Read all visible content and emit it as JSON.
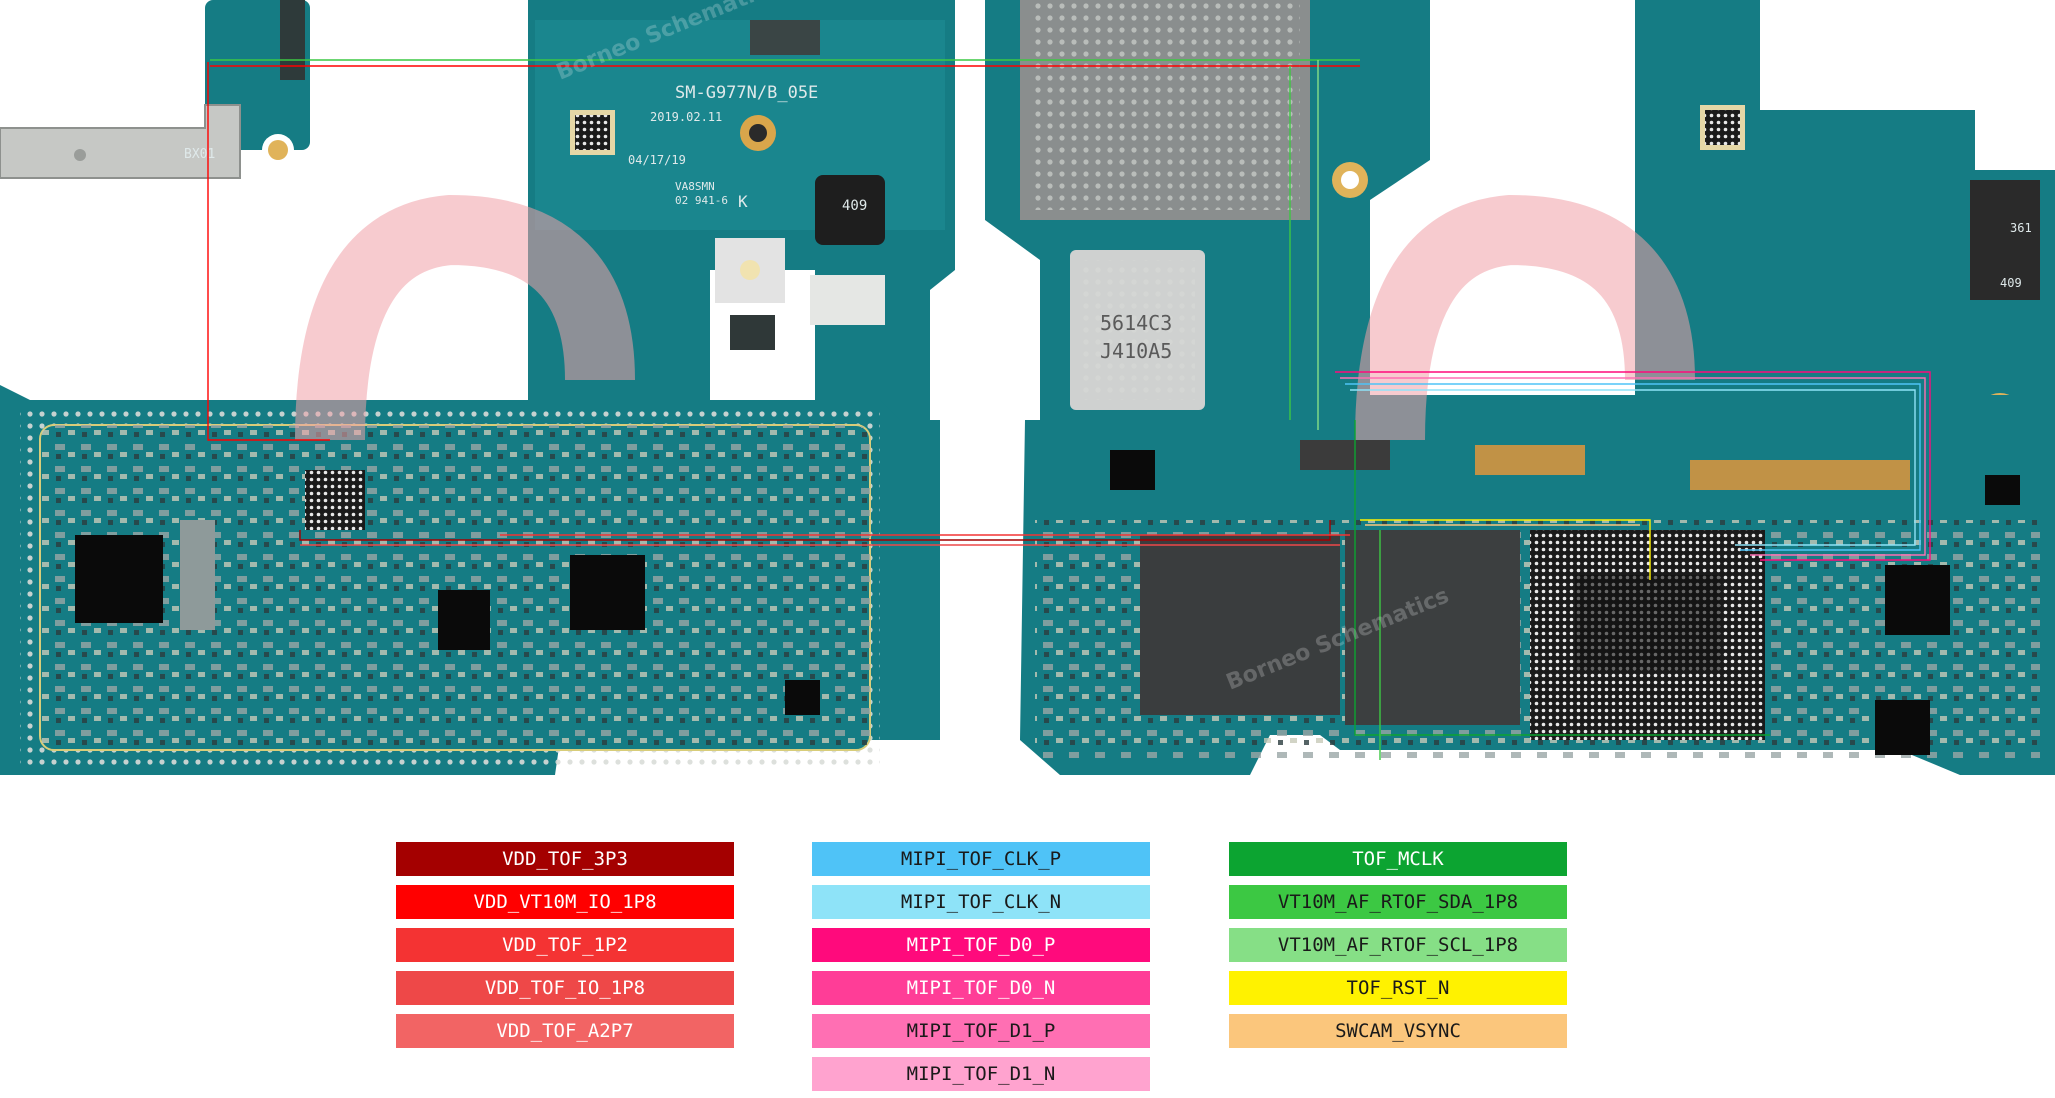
{
  "board": {
    "model_label": "SM-G977N/B_05E",
    "date_label": "2019.02.11",
    "date_code": "04/17/19",
    "vendor_code": "VA8SMN",
    "lot_code": "02 941-6",
    "rev_mark": "K",
    "chip_1": "409",
    "chip_2": "5614C3\nJ410A5",
    "chip_3": "361",
    "chip_4": "409",
    "connector_label": "BX01",
    "watermark": "Borneo Schematics"
  },
  "legend": {
    "columns": [
      {
        "items": [
          {
            "label": "VDD_TOF_3P3",
            "color": "#a40000",
            "text_color": "#ffffff"
          },
          {
            "label": "VDD_VT10M_IO_1P8",
            "color": "#ff0000",
            "text_color": "#ffffff"
          },
          {
            "label": "VDD_TOF_1P2",
            "color": "#f43333",
            "text_color": "#ffffff"
          },
          {
            "label": "VDD_TOF_IO_1P8",
            "color": "#ee4848",
            "text_color": "#ffffff"
          },
          {
            "label": "VDD_TOF_A2P7",
            "color": "#f26464",
            "text_color": "#ffffff"
          }
        ]
      },
      {
        "items": [
          {
            "label": "MIPI_TOF_CLK_P",
            "color": "#4fc3f7",
            "text_color": "#1a1a1a"
          },
          {
            "label": "MIPI_TOF_CLK_N",
            "color": "#8ee3f8",
            "text_color": "#1a1a1a"
          },
          {
            "label": "MIPI_TOF_D0_P",
            "color": "#ff0a7c",
            "text_color": "#ffffff"
          },
          {
            "label": "MIPI_TOF_D0_N",
            "color": "#ff3d97",
            "text_color": "#ffffff"
          },
          {
            "label": "MIPI_TOF_D1_P",
            "color": "#ff6fb3",
            "text_color": "#1a1a1a"
          },
          {
            "label": "MIPI_TOF_D1_N",
            "color": "#ffa3cf",
            "text_color": "#1a1a1a"
          }
        ]
      },
      {
        "items": [
          {
            "label": "TOF_MCLK",
            "color": "#0ca431",
            "text_color": "#ffffff"
          },
          {
            "label": "VT10M_AF_RTOF_SDA_1P8",
            "color": "#3cc843",
            "text_color": "#1a1a1a"
          },
          {
            "label": "VT10M_AF_RTOF_SCL_1P8",
            "color": "#86df86",
            "text_color": "#1a1a1a"
          },
          {
            "label": "TOF_RST_N",
            "color": "#fff200",
            "text_color": "#1a1a1a"
          },
          {
            "label": "SWCAM_VSYNC",
            "color": "#fbc67c",
            "text_color": "#1a1a1a"
          }
        ]
      }
    ]
  }
}
